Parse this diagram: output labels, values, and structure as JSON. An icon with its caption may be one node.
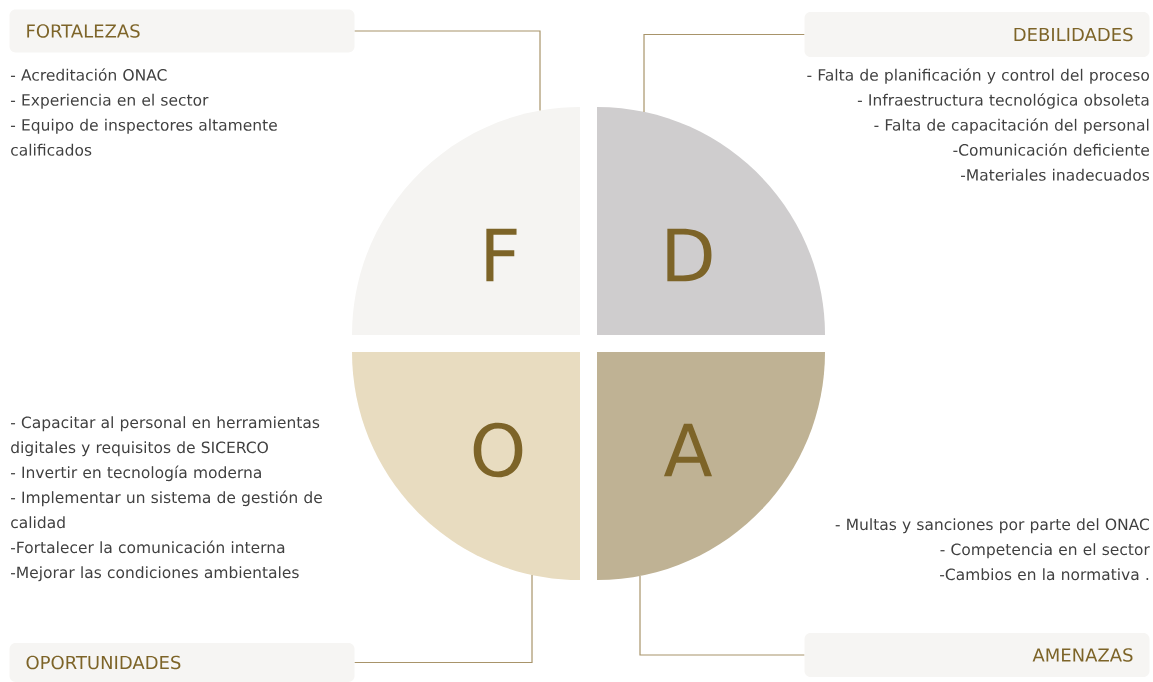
{
  "diagram": {
    "nodes": [
      {
        "text": [
          "FORTALEZAS"
        ],
        "beside": [
          "- Acreditación ONAC",
          "- Experiencia en el sector",
          "- Equipo de inspectores altamente calificados"
        ]
      },
      {
        "text": [
          "DEBILIDADES"
        ],
        "beside": [
          "- Falta de planificación y control del proceso",
          "- Infraestructura tecnológica obsoleta",
          "- Falta de capacitación del personal",
          "-Comunicación deficiente",
          "-Materiales inadecuados"
        ]
      },
      {
        "text": [
          "F"
        ]
      },
      {
        "text": [
          "D"
        ]
      },
      {
        "text": [
          "O"
        ]
      },
      {
        "text": [
          "A"
        ]
      },
      {
        "text": [
          "OPORTUNIDADES"
        ],
        "beside": [
          "- Capacitar al personal en herramientas digitales y requisitos de SICERCO",
          "- Invertir en tecnología moderna",
          "- Implementar un sistema de gestión de calidad",
          "-Fortalecer la comunicación interna",
          "-Mejorar las condiciones ambientales"
        ]
      },
      {
        "text": [
          "AMENAZAS"
        ],
        "beside": [
          "- Multas y sanciones por parte del ONAC",
          "- Competencia en el sector",
          "-Cambios en la normativa ."
        ]
      }
    ],
    "edges": [
      {
        "from": 0,
        "to": 2,
        "arrow": "none"
      },
      {
        "from": 1,
        "to": 3,
        "arrow": "none"
      },
      {
        "from": 6,
        "to": 4,
        "arrow": "none"
      },
      {
        "from": 7,
        "to": 5,
        "arrow": "none"
      }
    ]
  }
}
